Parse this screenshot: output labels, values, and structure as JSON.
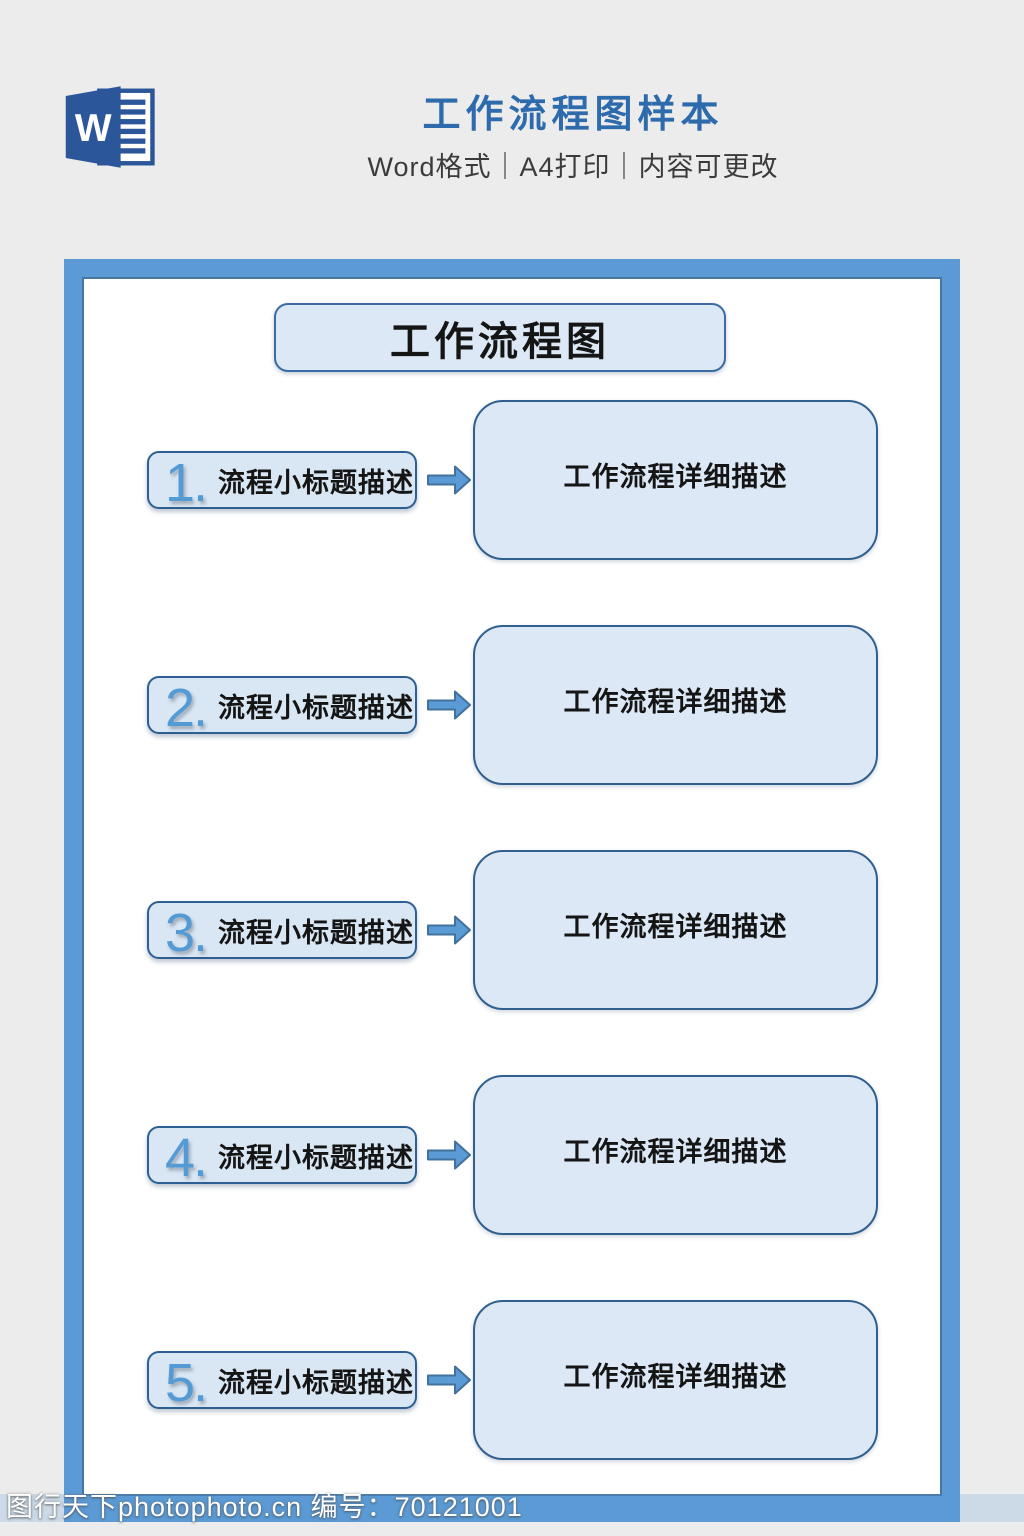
{
  "header": {
    "icon": "word-icon",
    "title": "工作流程图样本",
    "subtitle": "Word格式｜A4打印｜内容可更改"
  },
  "flow": {
    "title": "工作流程图",
    "steps": [
      {
        "number": "1.",
        "label": "流程小标题描述",
        "detail": "工作流程详细描述"
      },
      {
        "number": "2.",
        "label": "流程小标题描述",
        "detail": "工作流程详细描述"
      },
      {
        "number": "3.",
        "label": "流程小标题描述",
        "detail": "工作流程详细描述"
      },
      {
        "number": "4.",
        "label": "流程小标题描述",
        "detail": "工作流程详细描述"
      },
      {
        "number": "5.",
        "label": "流程小标题描述",
        "detail": "工作流程详细描述"
      }
    ]
  },
  "watermark": {
    "text": "图行天下photophoto.cn 编号：70121001"
  },
  "icons": {
    "logo": "word-icon",
    "step_arrow": "right-arrow-icon"
  },
  "colors": {
    "accent_blue": "#2e6bad",
    "frame_blue": "#5b9ad4",
    "box_fill_light": "#dce8f5",
    "box_border_dark": "#2d5f92",
    "number_blue": "#549bd5",
    "arrow_fill": "#5b9bd5",
    "arrow_stroke": "#41719c",
    "background_gray": "#ececec",
    "text_black": "#151515",
    "watermark_white": "#ffffff"
  }
}
